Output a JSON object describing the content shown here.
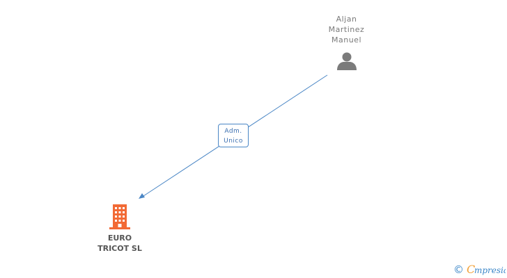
{
  "person": {
    "name_lines": [
      "Aljan",
      "Martinez",
      "Manuel"
    ],
    "icon": "person-icon"
  },
  "company": {
    "name_lines": [
      "EURO",
      "TRICOT SL"
    ],
    "icon": "building-icon",
    "color": "#f26a35"
  },
  "relationship": {
    "role_lines": [
      "Adm.",
      "Unico"
    ],
    "line_color": "#4a86c5"
  },
  "watermark": {
    "copyright_symbol": "©",
    "brand_initial": "C",
    "brand_text": "mpresia"
  }
}
